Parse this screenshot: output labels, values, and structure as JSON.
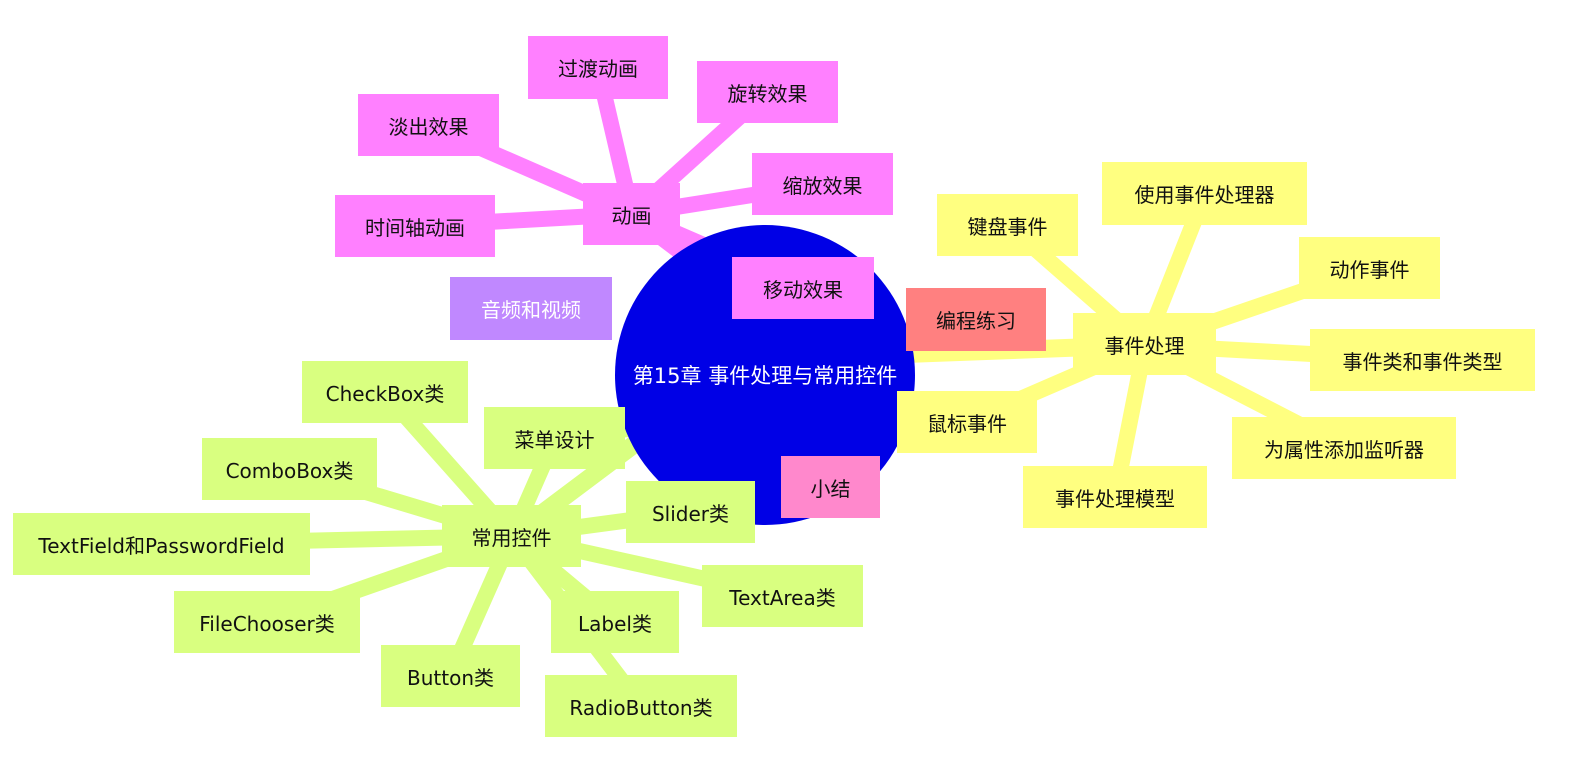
{
  "center": {
    "label": "第15章 事件处理与常用控件",
    "color": "#0000e6"
  },
  "branches": {
    "events": {
      "label": "事件处理",
      "color": "#ffff80",
      "children": [
        "键盘事件",
        "使用事件处理器",
        "动作事件",
        "事件类和事件类型",
        "为属性添加监听器",
        "事件处理模型",
        "鼠标事件"
      ]
    },
    "animation": {
      "label": "动画",
      "color": "#ff80ff",
      "children": [
        "淡出效果",
        "过渡动画",
        "旋转效果",
        "缩放效果",
        "时间轴动画",
        "移动效果"
      ]
    },
    "controls": {
      "label": "常用控件",
      "color": "#d9ff80",
      "children": [
        "CheckBox类",
        "ComboBox类",
        "TextField和PasswordField",
        "FileChooser类",
        "Button类",
        "RadioButton类",
        "Label类",
        "TextArea类",
        "Slider类",
        "菜单设计"
      ]
    },
    "media": {
      "label": "音频和视频",
      "color": "#c088ff"
    },
    "practice": {
      "label": "编程练习",
      "color": "#ff8080"
    },
    "summary": {
      "label": "小结",
      "color": "#ff88cc"
    }
  }
}
